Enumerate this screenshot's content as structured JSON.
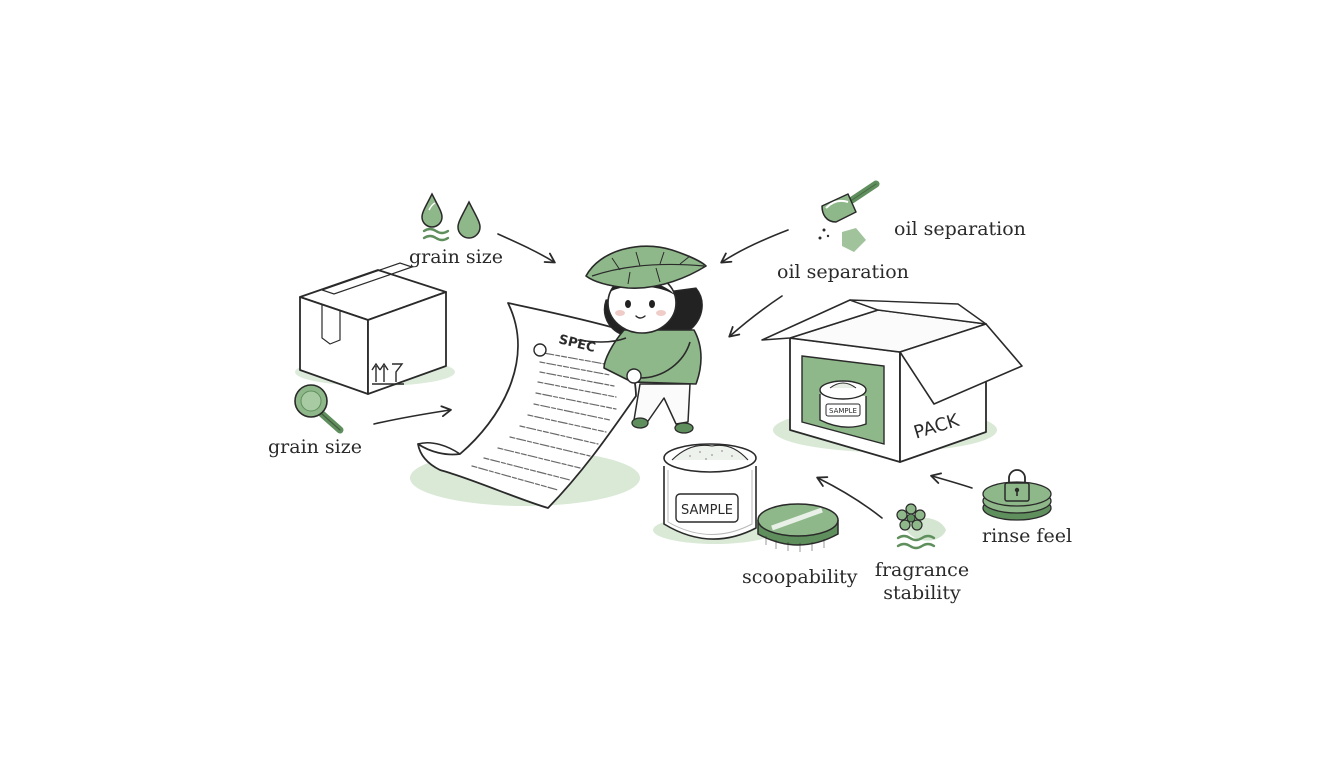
{
  "colors": {
    "ink": "#2a2a2a",
    "accent_green": "#8fb88a",
    "accent_green_dark": "#5f8f5c",
    "shadow_green": "#cfe3cc",
    "paper": "#ffffff"
  },
  "labels": {
    "grain_size_top": "grain size",
    "grain_size_left": "grain size",
    "oil_separation_top": "oil separation",
    "oil_separation_mid": "oil separation",
    "scoopability": "scoopability",
    "fragrance_stability_line1": "fragrance",
    "fragrance_stability_line2": "stability",
    "rinse_feel": "rinse feel"
  },
  "document": {
    "title": "SPEC"
  },
  "jar": {
    "label": "SAMPLE"
  },
  "box": {
    "label": "PACK",
    "inner_jar_label": "SAMPLE"
  },
  "icons": [
    "water-drops-icon",
    "magnifier-icon",
    "scoop-icon",
    "flower-waves-icon",
    "lock-lid-icon",
    "leaf-hat-icon"
  ]
}
